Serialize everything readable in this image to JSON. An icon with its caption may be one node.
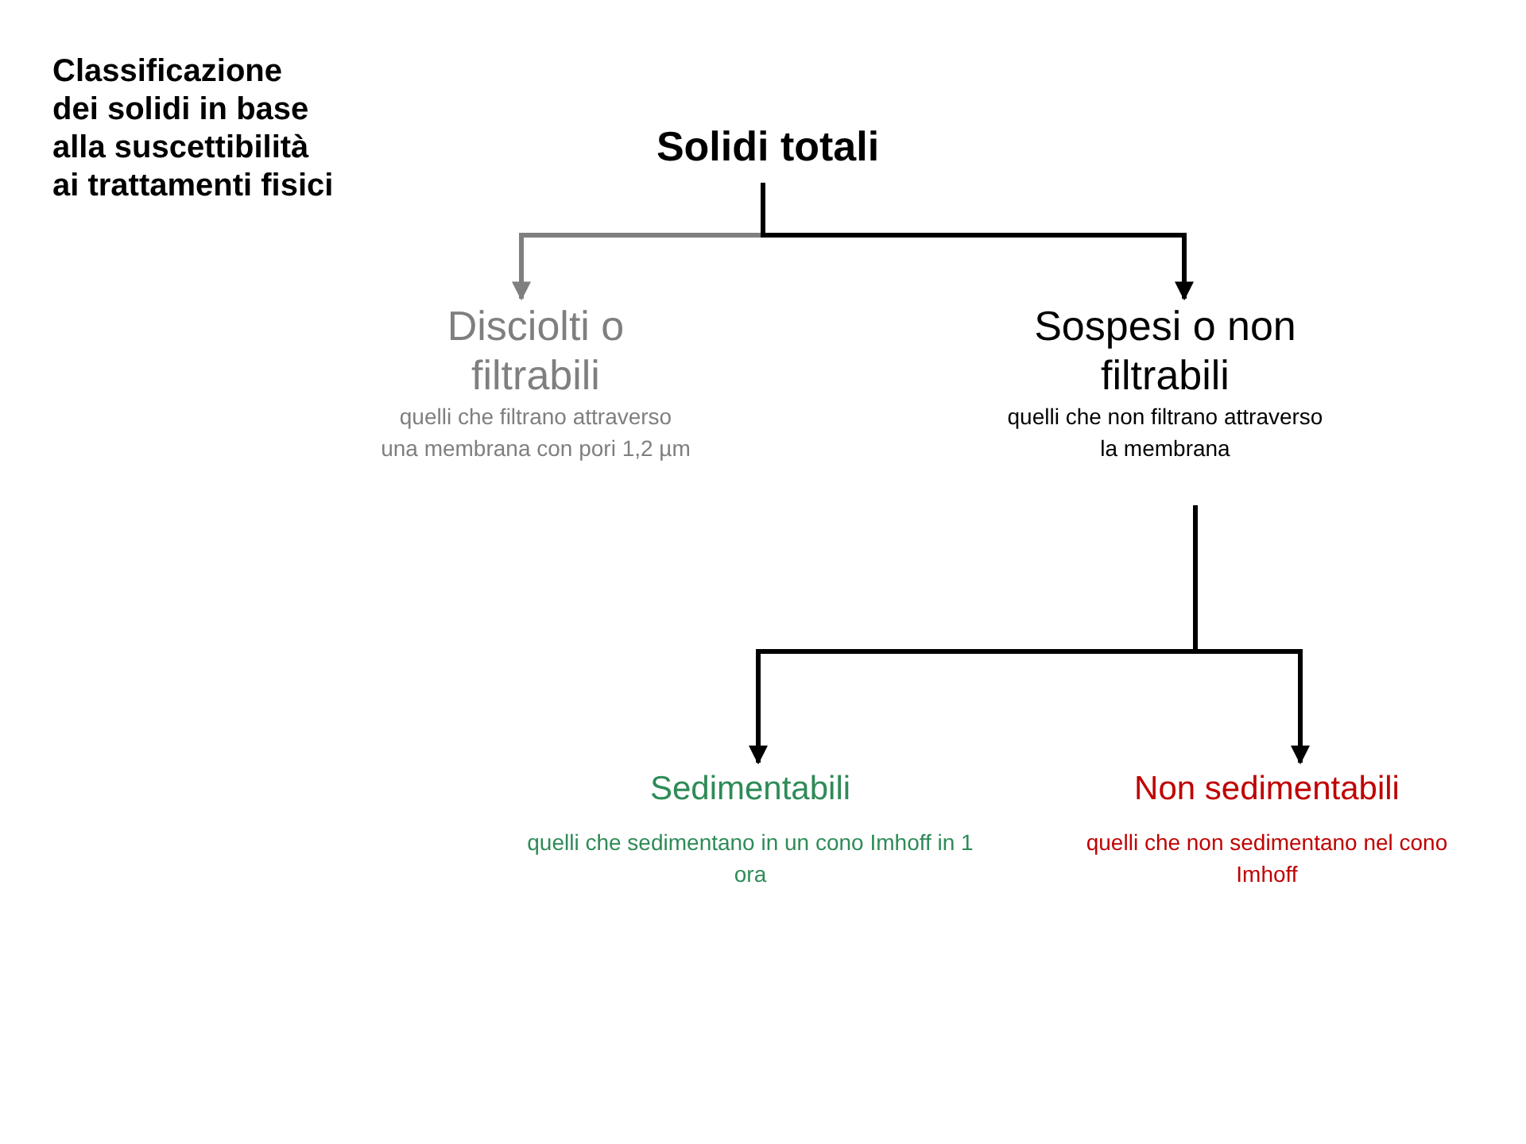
{
  "diagram": {
    "title": "Classificazione dei solidi in base alla suscettibilità ai trattamenti fisici",
    "nodes": [
      {
        "text": [
          "Solidi totali"
        ]
      },
      {
        "text": [
          "Disciolti o filtrabili",
          "quelli che filtrano attraverso una membrana con pori 1,2 µm"
        ]
      },
      {
        "text": [
          "Sospesi o non filtrabili",
          "quelli che non filtrano attraverso la membrana"
        ]
      },
      {
        "text": [
          "Sedimentabili",
          "quelli che sedimentano in un cono Imhoff in 1 ora"
        ]
      },
      {
        "text": [
          "Non sedimentabili",
          "quelli che non sedimentano nel cono Imhoff"
        ]
      }
    ],
    "edges": [
      {
        "from": 0,
        "to": 1,
        "arrow": "to",
        "color": "#7f7f7f"
      },
      {
        "from": 0,
        "to": 2,
        "arrow": "to"
      },
      {
        "from": 2,
        "to": 3,
        "arrow": "to"
      },
      {
        "from": 2,
        "to": 4,
        "arrow": "to"
      }
    ]
  }
}
